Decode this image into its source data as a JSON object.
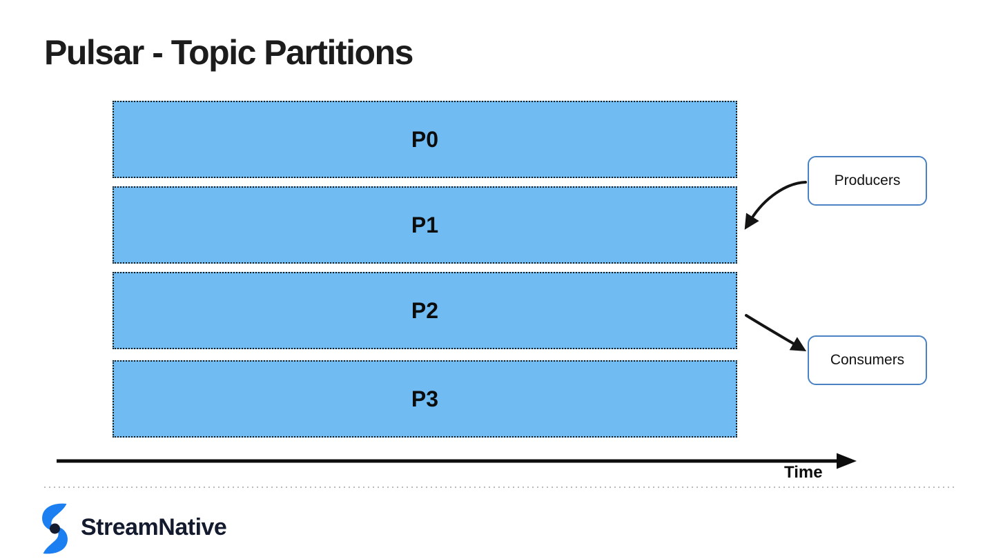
{
  "slide": {
    "title": "Pulsar - Topic Partitions"
  },
  "partitions": [
    {
      "label": "P0"
    },
    {
      "label": "P1"
    },
    {
      "label": "P2"
    },
    {
      "label": "P3"
    }
  ],
  "actors": {
    "producers_label": "Producers",
    "consumers_label": "Consumers"
  },
  "timeline": {
    "label": "Time"
  },
  "footer": {
    "brand_name": "StreamNative"
  },
  "icons": {
    "brand_logo": "streamnative-s-swirl-with-dot-icon",
    "producers_arrow": "curved-arrow-into-partitions",
    "consumers_arrow": "curved-arrow-out-of-partitions",
    "time_axis": "right-arrow-axis"
  },
  "colors": {
    "partition_fill": "#6FBBF2",
    "partition_border": "#1A1A1A",
    "actor_box_border": "#4A81C2",
    "arrow": "#141414",
    "title_text": "#1C1C1C",
    "brand_blue": "#1B7FF2",
    "brand_navy": "#151B2E",
    "divider_dots": "#B9B9B9"
  }
}
